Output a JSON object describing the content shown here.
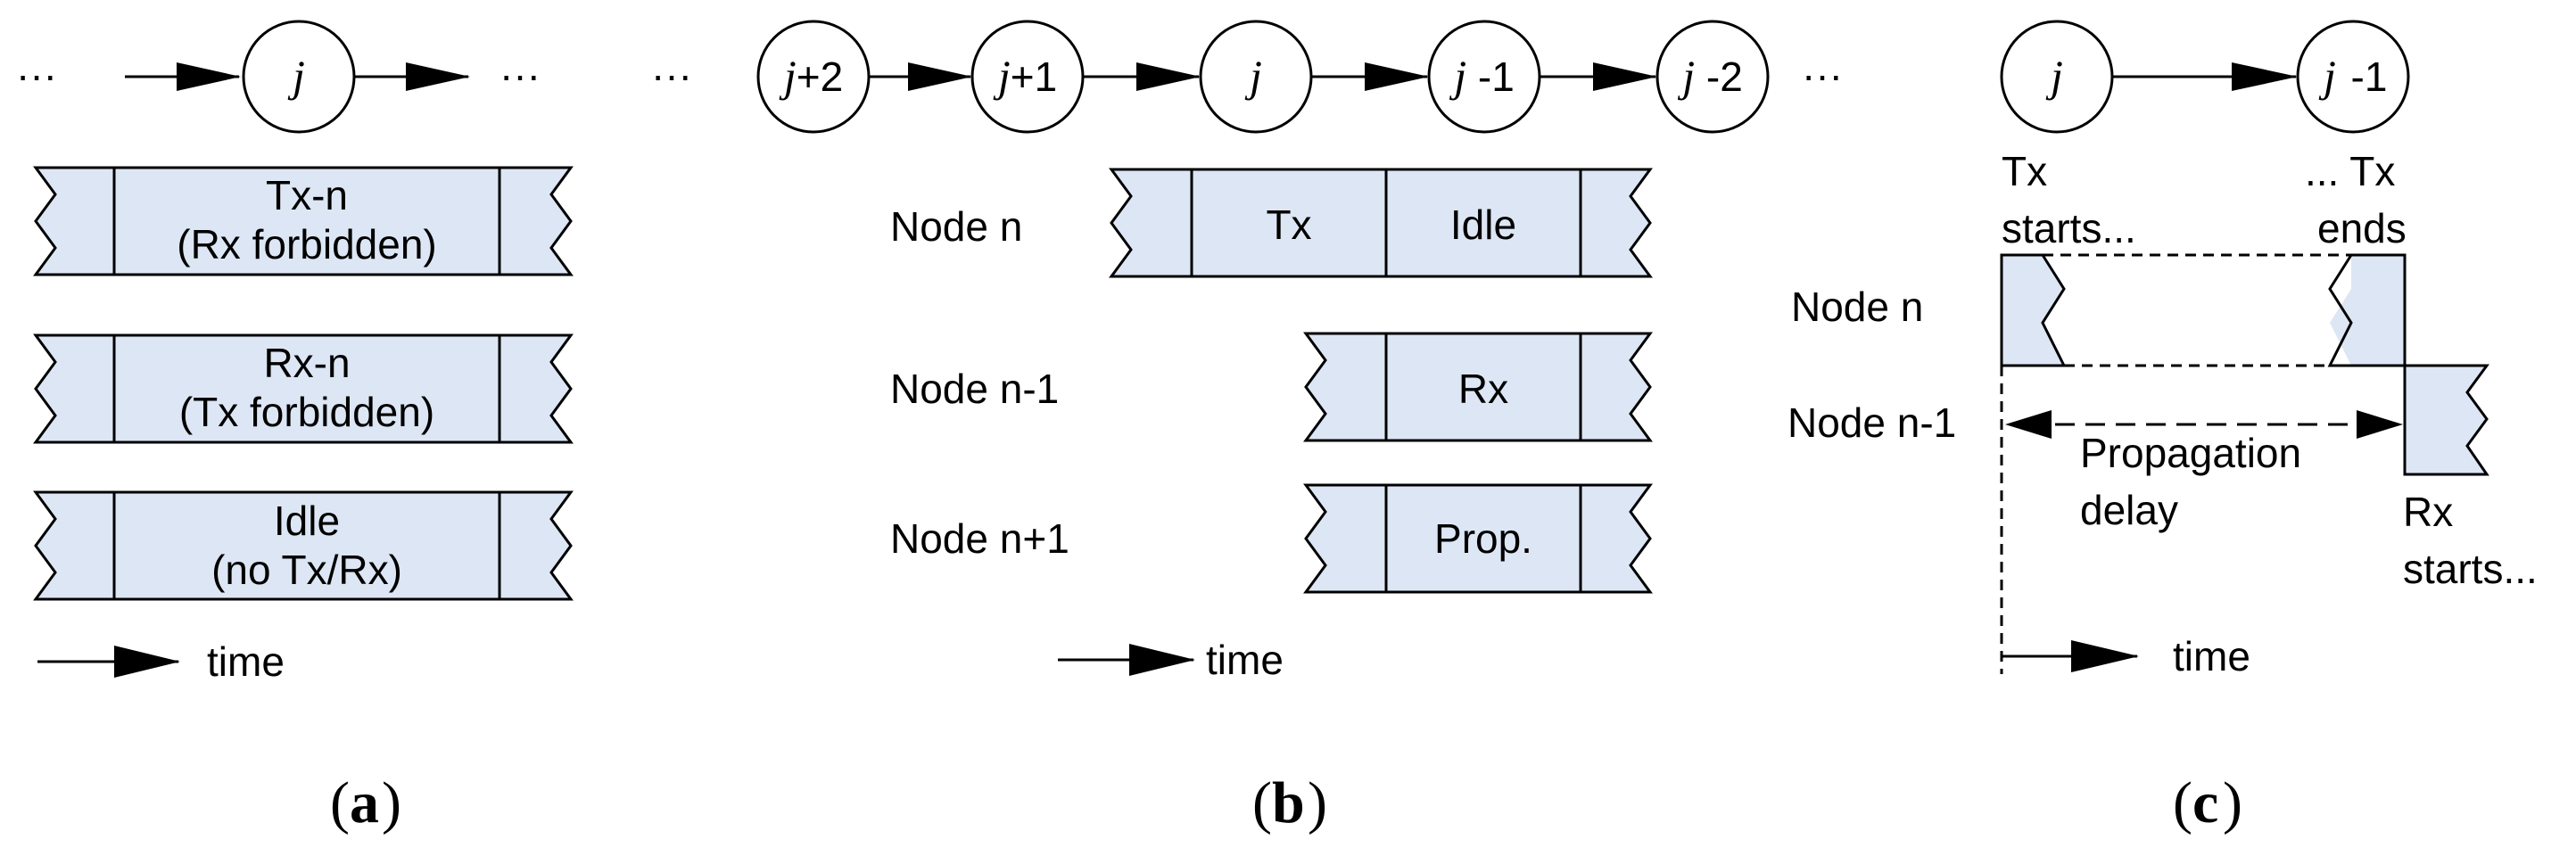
{
  "panel_a": {
    "ellipsis_left": "···",
    "node_j": "j",
    "ellipsis_right": "···",
    "blocks": [
      {
        "line1": "Tx-n",
        "line2": "(Rx forbidden)"
      },
      {
        "line1": "Rx-n",
        "line2": "(Tx forbidden)"
      },
      {
        "line1": "Idle",
        "line2": "(no Tx/Rx)"
      }
    ],
    "time_label": "time",
    "caption_letter": "a"
  },
  "panel_b": {
    "ellipsis_left": "···",
    "ellipsis_right": "···",
    "nodes": [
      {
        "var": "j",
        "suffix": "+2"
      },
      {
        "var": "j",
        "suffix": "+1"
      },
      {
        "var": "j",
        "suffix": ""
      },
      {
        "var": "j",
        "suffix": " -1"
      },
      {
        "var": "j",
        "suffix": " -2"
      }
    ],
    "rows": [
      {
        "label": "Node n",
        "cells": [
          "Tx",
          "Idle"
        ]
      },
      {
        "label": "Node n-1",
        "cells": [
          "Rx"
        ]
      },
      {
        "label": "Node n+1",
        "cells": [
          "Prop."
        ]
      }
    ],
    "time_label": "time",
    "caption_letter": "b"
  },
  "panel_c": {
    "node_left": {
      "var": "j",
      "suffix": ""
    },
    "node_right": {
      "var": "j",
      "suffix": " -1"
    },
    "tx_starts_1": "Tx",
    "tx_starts_2": "starts...",
    "tx_ends_1": "... Tx",
    "tx_ends_2": "ends",
    "row_node_n": "Node n",
    "row_node_n1": "Node n-1",
    "prop_1": "Propagation",
    "prop_2": "delay",
    "rx_starts_1": "Rx",
    "rx_starts_2": "starts...",
    "time_label": "time",
    "caption_letter": "c"
  }
}
